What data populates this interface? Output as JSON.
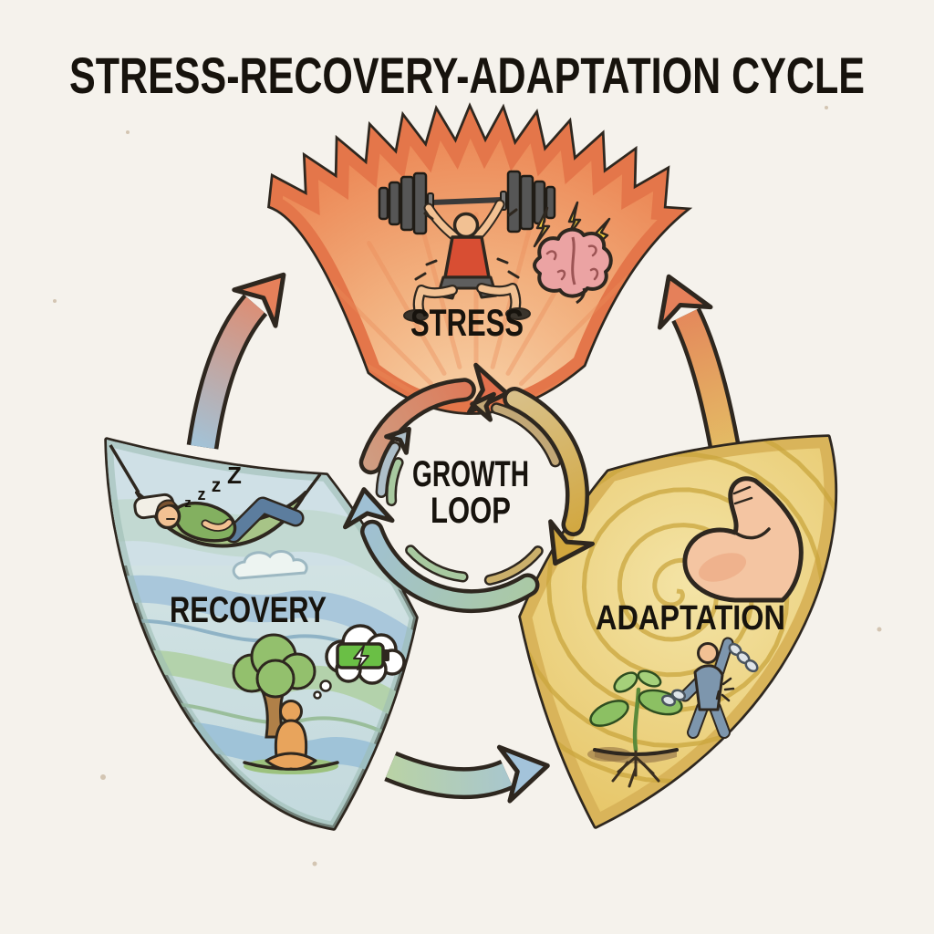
{
  "title": "STRESS-RECOVERY-ADAPTATION CYCLE",
  "center_label": {
    "line1": "GROWTH",
    "line2": "LOOP"
  },
  "sections": {
    "stress": {
      "label": "STRESS",
      "theme_color": "#e4764a",
      "icons": [
        "barbell-squat-lifter-icon",
        "stressed-brain-lightning-icon"
      ]
    },
    "recovery": {
      "label": "RECOVERY",
      "theme_color": "#aac7db",
      "sleep_letters": [
        "z",
        "z",
        "z",
        "Z"
      ],
      "icons": [
        "hammock-sleeper-icon",
        "cloud-icon",
        "tree-icon",
        "meditating-person-icon",
        "battery-recharge-thought-icon"
      ]
    },
    "adaptation": {
      "label": "ADAPTATION",
      "theme_color": "#e5c468",
      "icons": [
        "flexed-bicep-icon",
        "sprouting-plant-icon",
        "chain-breaking-figure-icon"
      ]
    }
  },
  "cycle": {
    "direction": "clockwise",
    "ring_arrow_colors": [
      "#e2704d",
      "#d2a73e",
      "#9fc0d4"
    ]
  },
  "flow_arrows": [
    {
      "id": "recovery-to-stress"
    },
    {
      "id": "adaptation-to-stress"
    },
    {
      "id": "recovery-to-adaptation"
    }
  ]
}
